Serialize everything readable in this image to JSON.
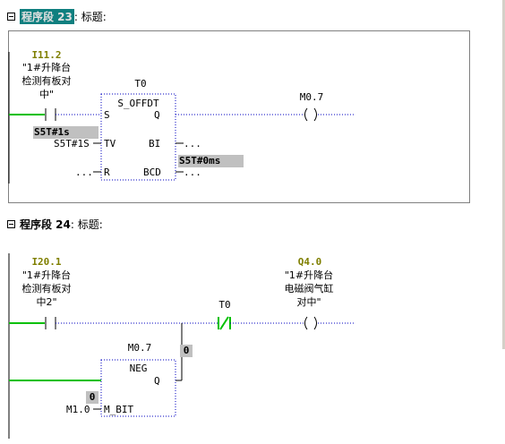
{
  "network23": {
    "title": "程序段 23",
    "colon_title": ": 标题:",
    "contact": {
      "address": "I11.2",
      "comment_lines": [
        "\"1#升降台",
        "检测有板对",
        "中\""
      ]
    },
    "timer": {
      "name": "T0",
      "type": "S_OFFDT",
      "pin_s": "S",
      "pin_q": "Q",
      "pin_tv": "TV",
      "pin_bi": "BI",
      "pin_r": "R",
      "pin_bcd": "BCD",
      "tv_value": "S5T#1s",
      "tv_param": "S5T#1S",
      "bi_out": "...",
      "r_in": "...",
      "bcd_out": "...",
      "bcd_value": "S5T#0ms"
    },
    "coil": {
      "address": "M0.7"
    }
  },
  "network24": {
    "title": "程序段 24",
    "colon_title": ": 标题:",
    "contact": {
      "address": "I20.1",
      "comment_lines": [
        "\"1#升降台",
        "检测有板对",
        "中2\""
      ]
    },
    "nc_contact": {
      "address": "T0"
    },
    "branch_value": "0",
    "neg": {
      "address": "M0.7",
      "type": "NEG",
      "pin_q": "Q",
      "pin_mbit": "M_BIT",
      "mbit_param": "M1.0",
      "mbit_value": "0"
    },
    "coil": {
      "address": "Q4.0",
      "comment_lines": [
        "\"1#升降台",
        "电磁阀气缸",
        "对中\""
      ]
    }
  },
  "colors": {
    "power_flow": "#00c000",
    "address": "#7f7f00",
    "selected_title_bg": "#0f7f7f",
    "value_bg": "#c0c0c0",
    "dotted": "#0000c0"
  }
}
